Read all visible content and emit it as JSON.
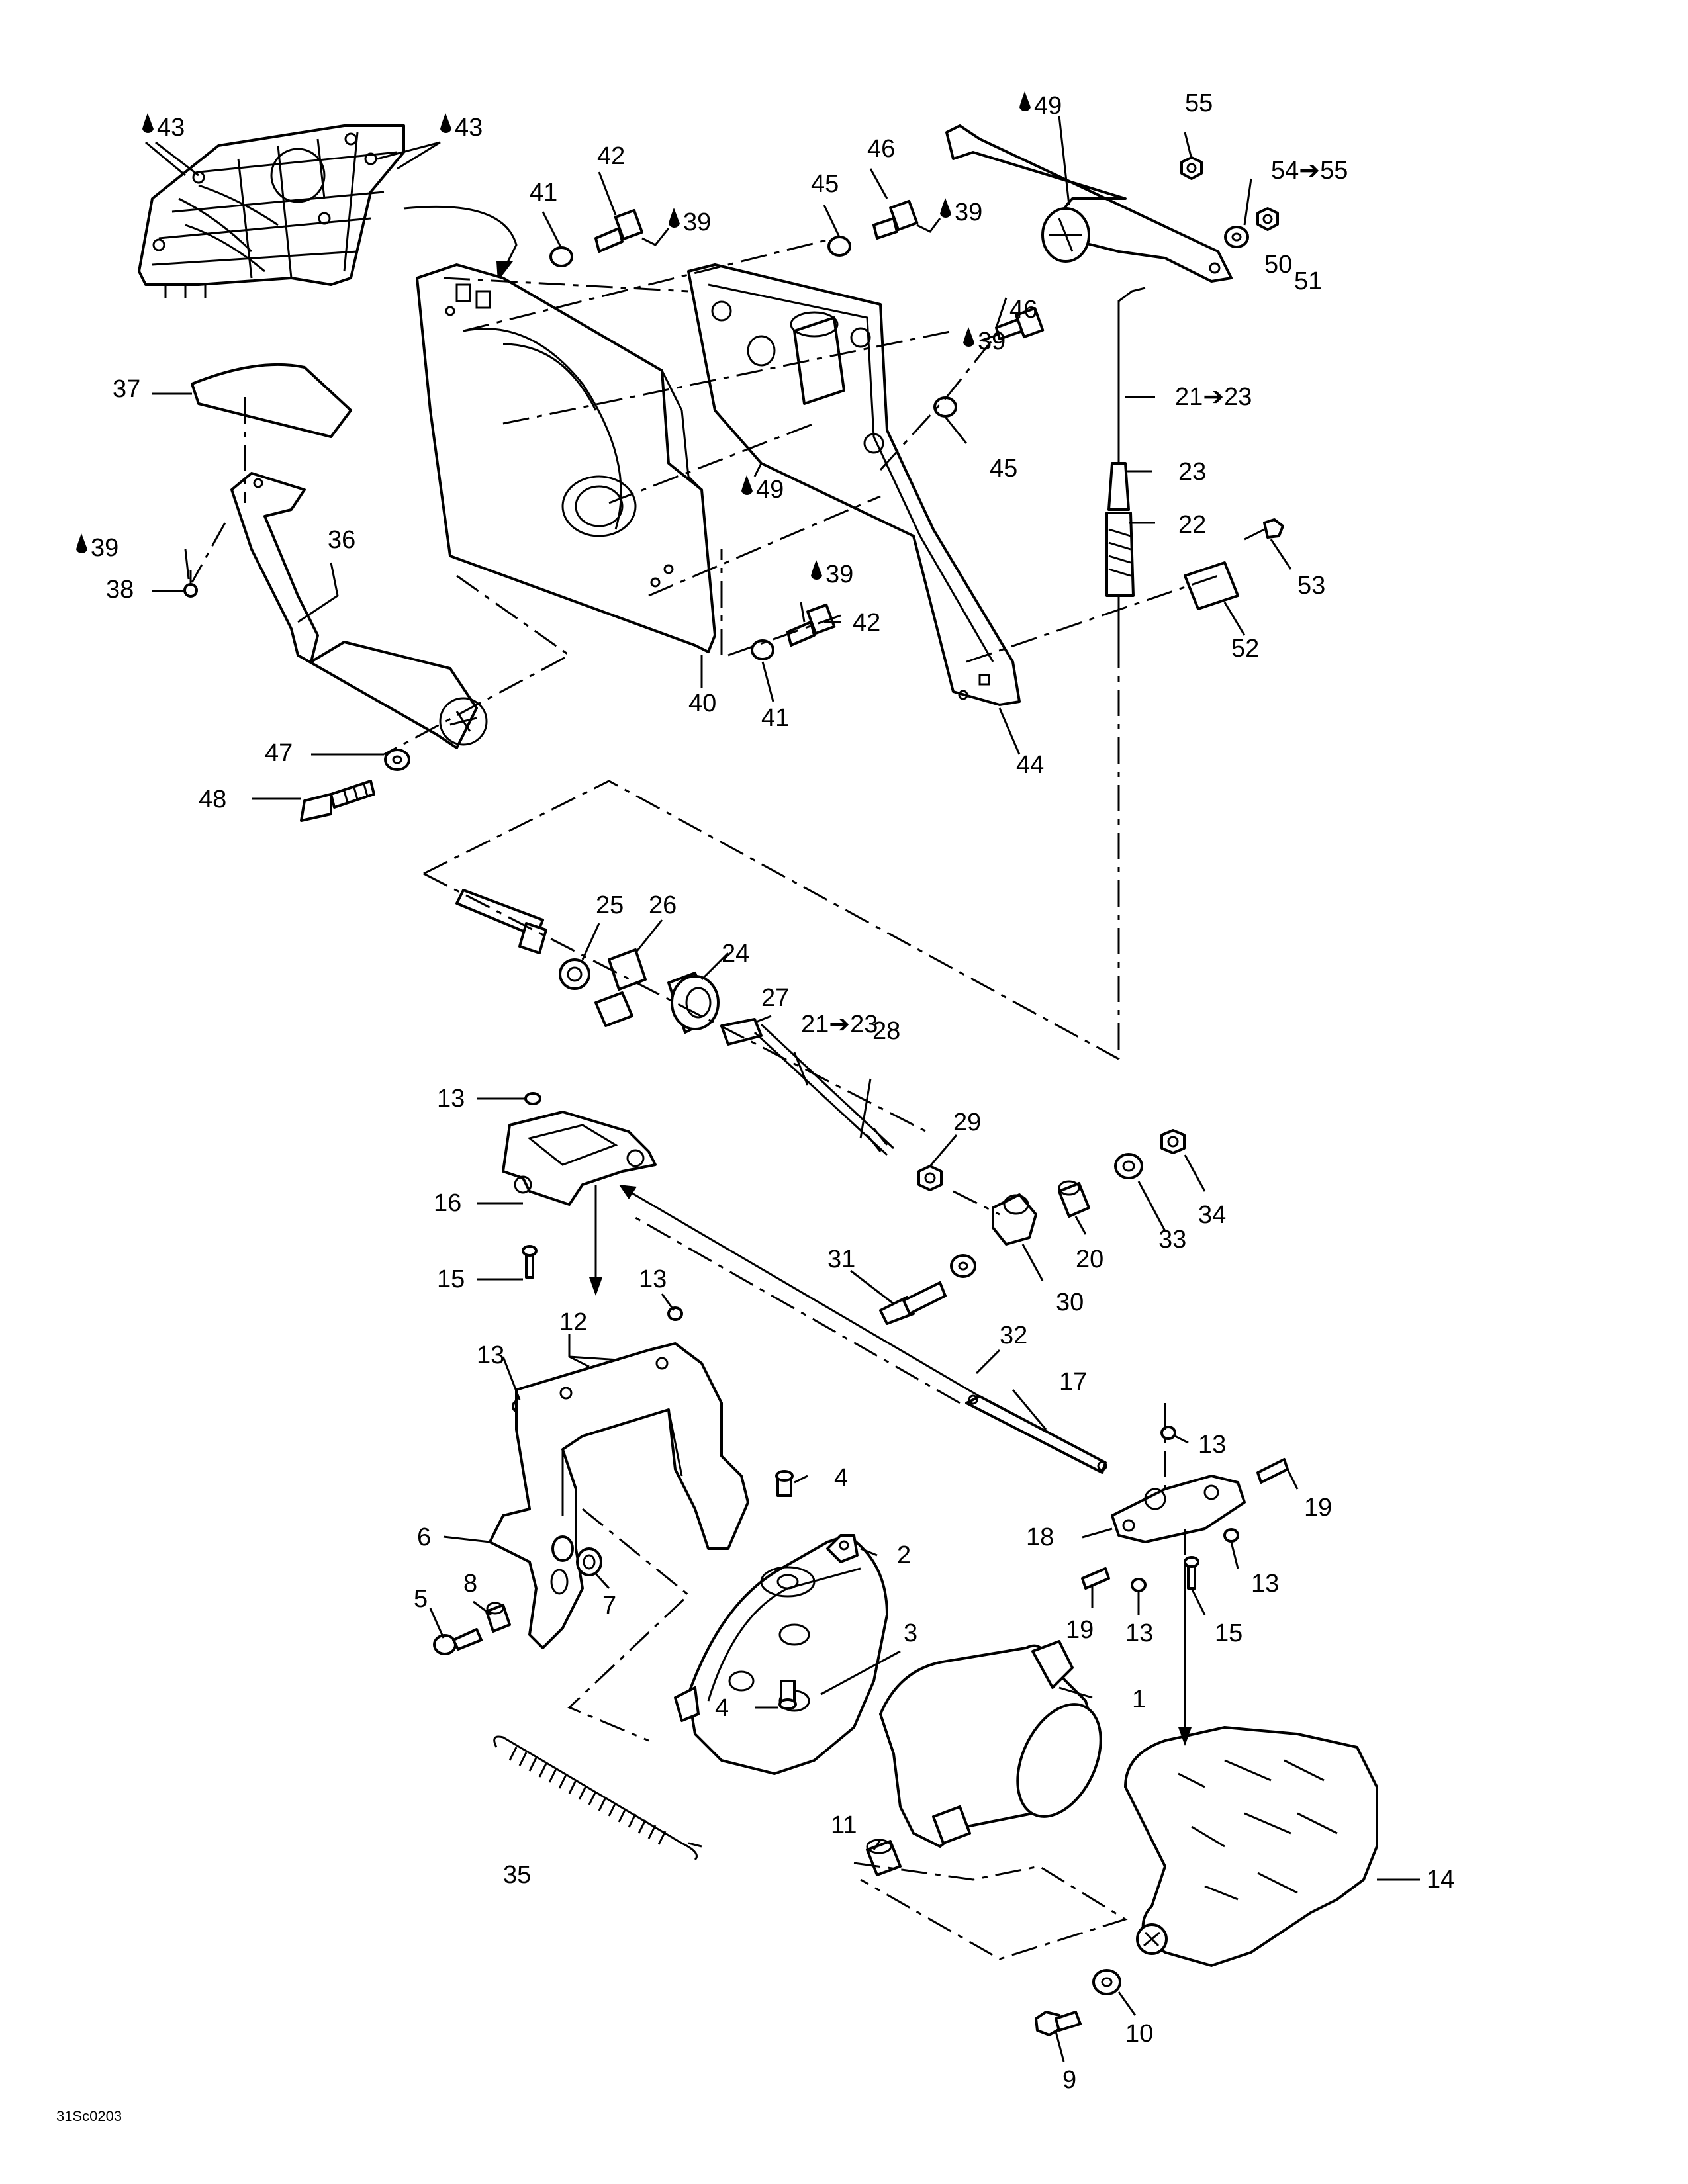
{
  "reference_code": "31Sc0203",
  "callouts": [
    {
      "id": "c43a",
      "label": "43",
      "drop": true
    },
    {
      "id": "c43b",
      "label": "43",
      "drop": true
    },
    {
      "id": "c41a",
      "label": "41",
      "drop": false
    },
    {
      "id": "c42a",
      "label": "42",
      "drop": false
    },
    {
      "id": "c39a",
      "label": "39",
      "drop": true
    },
    {
      "id": "c45a",
      "label": "45",
      "drop": false
    },
    {
      "id": "c46a",
      "label": "46",
      "drop": false
    },
    {
      "id": "c39b",
      "label": "39",
      "drop": true
    },
    {
      "id": "c49a",
      "label": "49",
      "drop": true
    },
    {
      "id": "c55",
      "label": "55",
      "drop": false
    },
    {
      "id": "c54",
      "label": "54➔55",
      "drop": false
    },
    {
      "id": "c51",
      "label": "51",
      "drop": false
    },
    {
      "id": "c50",
      "label": "50",
      "drop": false
    },
    {
      "id": "c46b",
      "label": "46",
      "drop": false
    },
    {
      "id": "c39c",
      "label": "39",
      "drop": true
    },
    {
      "id": "c21a",
      "label": "21➔23",
      "drop": false
    },
    {
      "id": "c45b",
      "label": "45",
      "drop": false
    },
    {
      "id": "c23",
      "label": "23",
      "drop": false
    },
    {
      "id": "c49b",
      "label": "49",
      "drop": true
    },
    {
      "id": "c22",
      "label": "22",
      "drop": false
    },
    {
      "id": "c37",
      "label": "37",
      "drop": false
    },
    {
      "id": "c36",
      "label": "36",
      "drop": false
    },
    {
      "id": "c39d",
      "label": "39",
      "drop": true
    },
    {
      "id": "c38",
      "label": "38",
      "drop": false
    },
    {
      "id": "c39e",
      "label": "39",
      "drop": true
    },
    {
      "id": "c42b",
      "label": "42",
      "drop": false
    },
    {
      "id": "c53",
      "label": "53",
      "drop": false
    },
    {
      "id": "c52",
      "label": "52",
      "drop": false
    },
    {
      "id": "c40",
      "label": "40",
      "drop": false
    },
    {
      "id": "c41b",
      "label": "41",
      "drop": false
    },
    {
      "id": "c44",
      "label": "44",
      "drop": false
    },
    {
      "id": "c47",
      "label": "47",
      "drop": false
    },
    {
      "id": "c48",
      "label": "48",
      "drop": false
    },
    {
      "id": "c25",
      "label": "25",
      "drop": false
    },
    {
      "id": "c26",
      "label": "26",
      "drop": false
    },
    {
      "id": "c24",
      "label": "24",
      "drop": false
    },
    {
      "id": "c27",
      "label": "27",
      "drop": false
    },
    {
      "id": "c21b",
      "label": "21➔23",
      "drop": false
    },
    {
      "id": "c28",
      "label": "28",
      "drop": false
    },
    {
      "id": "c29",
      "label": "29",
      "drop": false
    },
    {
      "id": "c13a",
      "label": "13",
      "drop": false
    },
    {
      "id": "c16",
      "label": "16",
      "drop": false
    },
    {
      "id": "c34",
      "label": "34",
      "drop": false
    },
    {
      "id": "c33",
      "label": "33",
      "drop": false
    },
    {
      "id": "c20",
      "label": "20",
      "drop": false
    },
    {
      "id": "c31",
      "label": "31",
      "drop": false
    },
    {
      "id": "c30",
      "label": "30",
      "drop": false
    },
    {
      "id": "c15a",
      "label": "15",
      "drop": false
    },
    {
      "id": "c13b",
      "label": "13",
      "drop": false
    },
    {
      "id": "c32",
      "label": "32",
      "drop": false
    },
    {
      "id": "c12",
      "label": "12",
      "drop": false
    },
    {
      "id": "c13c",
      "label": "13",
      "drop": false
    },
    {
      "id": "c17",
      "label": "17",
      "drop": false
    },
    {
      "id": "c13d",
      "label": "13",
      "drop": false
    },
    {
      "id": "c4a",
      "label": "4",
      "drop": false
    },
    {
      "id": "c19a",
      "label": "19",
      "drop": false
    },
    {
      "id": "c6",
      "label": "6",
      "drop": false
    },
    {
      "id": "c18",
      "label": "18",
      "drop": false
    },
    {
      "id": "c2",
      "label": "2",
      "drop": false
    },
    {
      "id": "c8",
      "label": "8",
      "drop": false
    },
    {
      "id": "c13e",
      "label": "13",
      "drop": false
    },
    {
      "id": "c5",
      "label": "5",
      "drop": false
    },
    {
      "id": "c7",
      "label": "7",
      "drop": false
    },
    {
      "id": "c19b",
      "label": "19",
      "drop": false
    },
    {
      "id": "c13f",
      "label": "13",
      "drop": false
    },
    {
      "id": "c15b",
      "label": "15",
      "drop": false
    },
    {
      "id": "c3",
      "label": "3",
      "drop": false
    },
    {
      "id": "c1",
      "label": "1",
      "drop": false
    },
    {
      "id": "c4b",
      "label": "4",
      "drop": false
    },
    {
      "id": "c11",
      "label": "11",
      "drop": false
    },
    {
      "id": "c35",
      "label": "35",
      "drop": false
    },
    {
      "id": "c14",
      "label": "14",
      "drop": false
    },
    {
      "id": "c10",
      "label": "10",
      "drop": false
    },
    {
      "id": "c9",
      "label": "9",
      "drop": false
    }
  ]
}
